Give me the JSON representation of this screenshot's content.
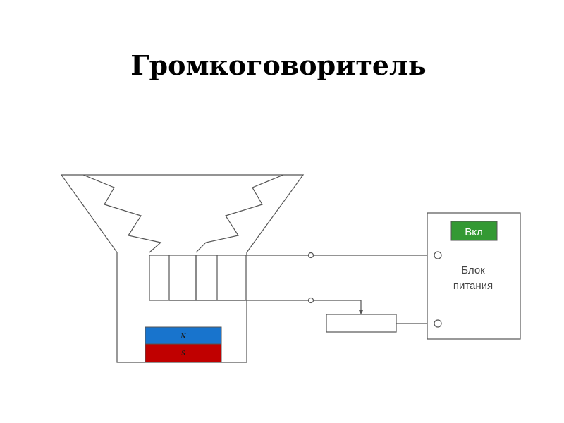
{
  "title": "Громкоговоритель",
  "magnet": {
    "north_label": "N",
    "south_label": "S",
    "north_color": "#1874cd",
    "south_color": "#c00000"
  },
  "power_supply": {
    "label_line1": "Блок",
    "label_line2": "питания",
    "switch_label": "Вкл",
    "switch_color": "#339933"
  }
}
